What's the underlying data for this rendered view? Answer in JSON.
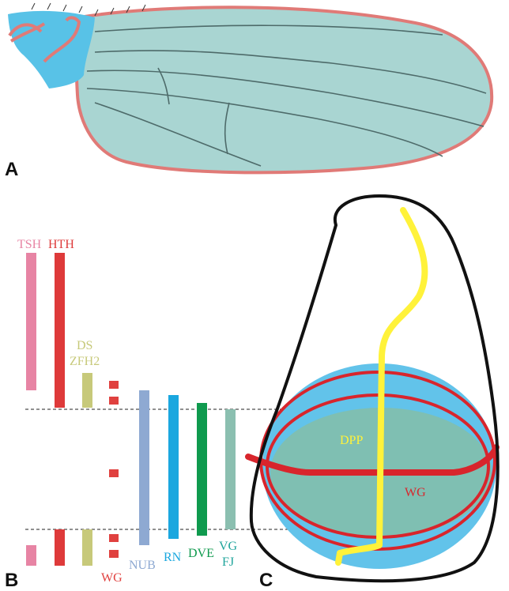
{
  "panels": {
    "a": "A",
    "b": "B",
    "c": "C"
  },
  "genes": {
    "tsh": {
      "label": "TSH",
      "color": "#e784a4"
    },
    "hth": {
      "label": "HTH",
      "color": "#de3a3a"
    },
    "ds": {
      "label": "DS",
      "color": "#c7c97a"
    },
    "zfh2": {
      "label": "ZFH2",
      "color": "#c7c97a"
    },
    "wg": {
      "label": "WG",
      "color": "#e0413f"
    },
    "nub": {
      "label": "NUB",
      "color": "#8ea9d2"
    },
    "rn": {
      "label": "RN",
      "color": "#1aa7df"
    },
    "dve": {
      "label": "DVE",
      "color": "#0f9a4e"
    },
    "vg": {
      "label": "VG",
      "color": "#8bbfb0"
    },
    "fj": {
      "label": "FJ",
      "color": "#1fa49b"
    }
  },
  "disc": {
    "dpp": {
      "label": "DPP",
      "color": "#fff23a"
    },
    "wg": {
      "label": "WG",
      "color": "#d8252c"
    },
    "outline_color": "#111111",
    "outer_pouch_color": "#62c3ea",
    "inner_pouch_color": "#7fbfb2"
  },
  "wing": {
    "margin_color": "#e07a77",
    "blade_color": "#a6d4d2",
    "hinge_color": "#56c3e8"
  }
}
